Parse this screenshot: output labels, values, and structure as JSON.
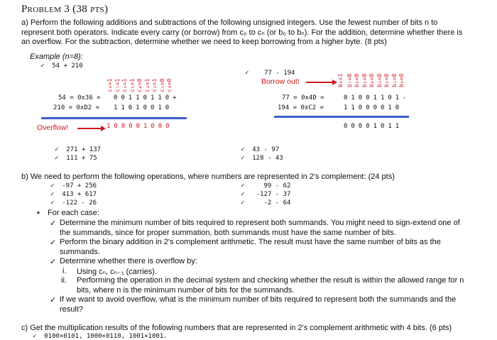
{
  "problem_title": "Problem 3 (38 pts)",
  "part_a": {
    "text": "a) Perform the following additions and subtractions of the following unsigned integers. Use the fewest number of bits n to represent both operators. Indicate every carry (or borrow) from c₀ to cₙ (or b₀ to bₙ). For the addition, determine whether there is an overflow. For the subtraction, determine whether we need to keep borrowing from a higher byte. (8 pts)",
    "example_label": "Example (n=8):",
    "ex1": {
      "op": "54 + 210",
      "carry_labels": [
        "c₈=1",
        "c₇=1",
        "c₆=1",
        "c₅=1",
        "c₄=0",
        "c₃=1",
        "c₂=1",
        "c₁=0",
        "c₀=0"
      ],
      "row1_lhs": "54 = 0x36 =",
      "row1_bits": [
        "0",
        "0",
        "1",
        "1",
        "0",
        "1",
        "1",
        "0",
        "+"
      ],
      "row2_lhs": "210 = 0xD2 =",
      "row2_bits": [
        "1",
        "1",
        "0",
        "1",
        "0",
        "0",
        "1",
        "0"
      ],
      "overflow_label": "Overflow!",
      "result_bits": [
        "1",
        "0",
        "0",
        "0",
        "0",
        "1",
        "0",
        "0",
        "0"
      ]
    },
    "ex2": {
      "op": "77 - 194",
      "borrow_label": "Borrow out!",
      "borrow_labels": [
        "b₈=1",
        "b₇=0",
        "b₆=0",
        "b₅=0",
        "b₄=0",
        "b₃=0",
        "b₂=0",
        "b₁=0",
        "b₀=0"
      ],
      "row1_lhs": "77 = 0x4D =",
      "row1_bits": [
        "0",
        "1",
        "0",
        "0",
        "1",
        "1",
        "0",
        "1",
        "-"
      ],
      "row2_lhs": "194 = 0xC2 =",
      "row2_bits": [
        "1",
        "1",
        "0",
        "0",
        "0",
        "0",
        "1",
        "0"
      ],
      "result_bits": [
        "0",
        "0",
        "0",
        "0",
        "1",
        "0",
        "1",
        "1"
      ]
    },
    "exercises_left": [
      "271 + 137",
      "111 + 75"
    ],
    "exercises_right": [
      "43 - 97",
      "128 - 43"
    ]
  },
  "part_b": {
    "text": "b) We need to perform the following operations, where numbers are represented in 2's complement: (24 pts)",
    "exercises_left": [
      "-97 + 256",
      "413 + 617",
      "-122 - 26"
    ],
    "exercises_right": [
      "99 - 62",
      "-127 - 37",
      "-2 - 64"
    ],
    "for_each": "For each case:",
    "items": [
      "Determine the minimum number of bits required to represent both summands. You might need to sign-extend one of the summands, since for proper summation, both summands must have the same number of bits.",
      "Perform the binary addition in 2's complement arithmetic. The result must have the same number of bits as the summands.",
      "Determine whether there is overflow by:"
    ],
    "sub_items": [
      {
        "num": "i.",
        "text": "Using cₙ, cₙ₋₁ (carries)."
      },
      {
        "num": "ii.",
        "text": "Performing the operation in the decimal system and checking whether the result is within the allowed range for n bits, where n is the minimum number of bits for the summands."
      }
    ],
    "last_item": "If we want to avoid overflow, what is the minimum number of bits required to represent both the summands and the result?"
  },
  "part_c": {
    "text": "c) Get the multiplication results of the following numbers that are represented in 2's complement arithmetic with 4 bits. (6 pts)",
    "exercises": "0100×0101, 1000×0110, 1001×1001."
  }
}
